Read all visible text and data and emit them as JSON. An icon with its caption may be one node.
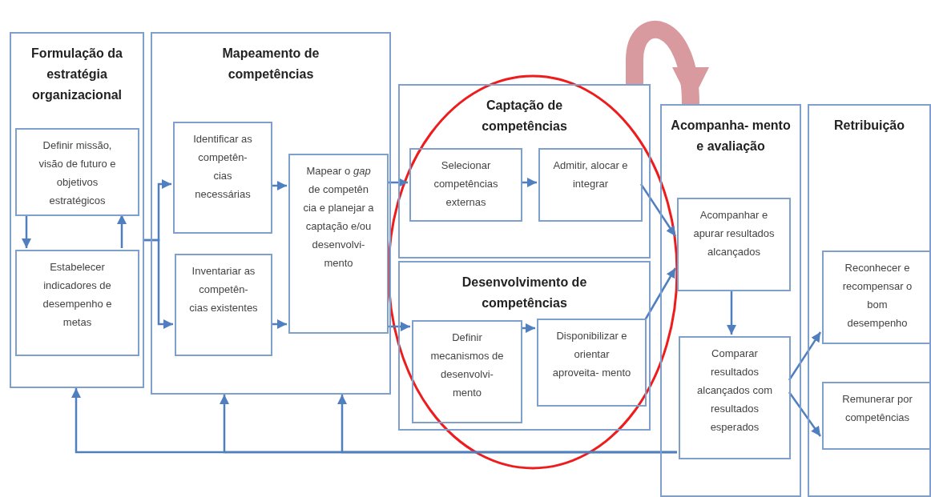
{
  "diagram": {
    "nodes": [
      {
        "text": [
          "Formulação da estratégia organizacional"
        ]
      },
      {
        "text": [
          "Definir missão, visão de futuro e objetivos estratégicos"
        ],
        "in": 0
      },
      {
        "text": [
          "Estabelecer indicadores de desempenho e metas"
        ],
        "in": 0
      },
      {
        "text": [
          "Mapeamento de competências"
        ]
      },
      {
        "text": [
          "Identificar as competên- cias necessárias"
        ],
        "in": 3
      },
      {
        "text": [
          "Inventariar as competên- cias existentes"
        ],
        "in": 3
      },
      {
        "text": [
          "Mapear o *gap* de competên cia e planejar a captação e/ou desenvolvi- mento"
        ],
        "in": 3
      },
      {
        "text": [
          "Captação de competências"
        ]
      },
      {
        "text": [
          "Selecionar competências externas"
        ],
        "in": 7
      },
      {
        "text": [
          "Admitir, alocar e integrar"
        ],
        "in": 7
      },
      {
        "text": [
          "Desenvolvimento de competências"
        ]
      },
      {
        "text": [
          "Definir mecanismos de desenvolvi- mento"
        ],
        "in": 10
      },
      {
        "text": [
          "Disponibilizar e orientar aproveita- mento"
        ],
        "in": 10
      },
      {
        "text": [
          "Acompanha- mento e avaliação"
        ]
      },
      {
        "text": [
          "Acompanhar e apurar resultados alcançados"
        ],
        "in": 13
      },
      {
        "text": [
          "Comparar resultados alcançados com resultados esperados"
        ],
        "in": 13
      },
      {
        "text": [
          "Retribuição"
        ]
      },
      {
        "text": [
          "Reconhecer e recompensar o bom desempenho"
        ],
        "in": 16
      },
      {
        "text": [
          "Remunerar por competências"
        ],
        "in": 16
      }
    ],
    "edges": [
      {
        "from": 1,
        "to": 2,
        "arrow": "to"
      },
      {
        "from": 2,
        "to": 1,
        "arrow": "to"
      },
      {
        "from": 0,
        "to": 4,
        "arrow": "to"
      },
      {
        "from": 0,
        "to": 5,
        "arrow": "to"
      },
      {
        "from": 4,
        "to": 6,
        "arrow": "to"
      },
      {
        "from": 5,
        "to": 6,
        "arrow": "to"
      },
      {
        "from": 6,
        "to": 8,
        "arrow": "to"
      },
      {
        "from": 6,
        "to": 11,
        "arrow": "to"
      },
      {
        "from": 8,
        "to": 9,
        "arrow": "to"
      },
      {
        "from": 11,
        "to": 12,
        "arrow": "to"
      },
      {
        "from": 9,
        "to": 14,
        "arrow": "to"
      },
      {
        "from": 12,
        "to": 14,
        "arrow": "to"
      },
      {
        "from": 14,
        "to": 15,
        "arrow": "to"
      },
      {
        "from": 15,
        "to": 17,
        "arrow": "to"
      },
      {
        "from": 15,
        "to": 18,
        "arrow": "to"
      },
      {
        "from": 15,
        "to": 0,
        "arrow": "to"
      },
      {
        "from": 15,
        "to": 3,
        "arrow": "to"
      },
      {
        "from": 15,
        "to": 3,
        "arrow": "to"
      },
      {
        "from": 7,
        "to": 13,
        "arrow": "to",
        "style": "thick",
        "color": "#d99a9f"
      }
    ]
  }
}
